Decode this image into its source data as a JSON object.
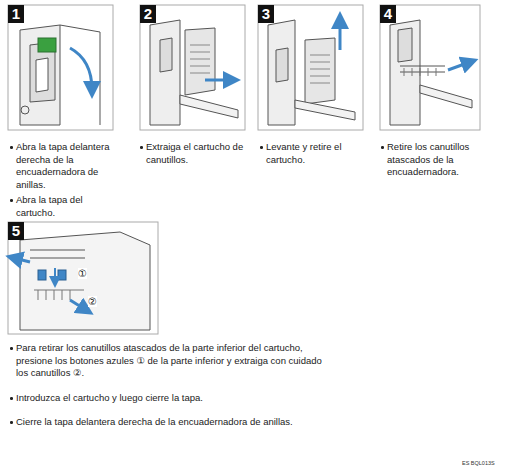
{
  "diagram": {
    "nodes": [
      {
        "text": [
          "1"
        ]
      },
      {
        "text": [
          "2"
        ]
      },
      {
        "text": [
          "3"
        ]
      },
      {
        "text": [
          "4"
        ]
      },
      {
        "text": [
          "5"
        ]
      }
    ],
    "labels": [
      "Abra la tapa delantera derecha de la encuadernadora de anillas.",
      "Abra la tapa del cartucho.",
      "Extraiga el cartucho de canutillos.",
      "Levante y retire el cartucho.",
      "Retire los canutillos atascados de la encuadernadora.",
      "Para retirar los canutillos atascados de la parte inferior del cartucho, presione los botones azules ① de la parte inferior y extraiga con cuidado los canutillos ②.",
      "Introduzca el cartucho y luego cierre la tapa.",
      "Cierre la tapa delantera derecha de la encuadernadora de anillas.",
      "①",
      "②",
      "ES BQL013S"
    ]
  }
}
